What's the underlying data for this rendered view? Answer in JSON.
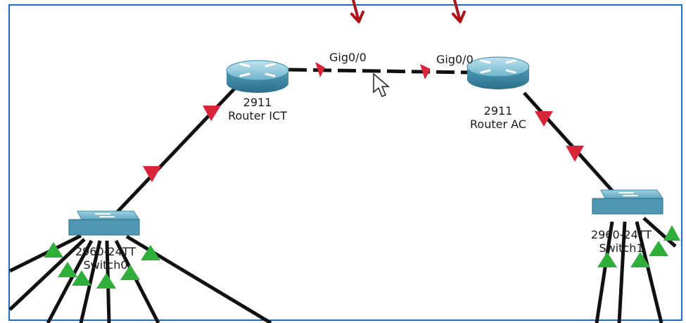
{
  "devices": {
    "router_ict": {
      "model": "2911",
      "name": "Router ICT"
    },
    "router_ac": {
      "model": "2911",
      "name": "Router AC"
    },
    "switch0": {
      "model": "2960-24TT",
      "name": "Switch0"
    },
    "switch1": {
      "model": "2960-24TT",
      "name": "Switch1"
    }
  },
  "links": {
    "router_link": {
      "port_left": "Gig0/0",
      "port_right": "Gig0/0",
      "style": "dashed"
    }
  },
  "colors": {
    "frame": "#1a6fc4",
    "annotation_arrow": "#b0121b",
    "link_down": "#d9253a",
    "link_up": "#2fae3a",
    "device_fill": "#5fa7c2"
  },
  "icons": {
    "router": "router-icon",
    "switch": "switch-icon",
    "cursor": "mouse-pointer-icon"
  }
}
